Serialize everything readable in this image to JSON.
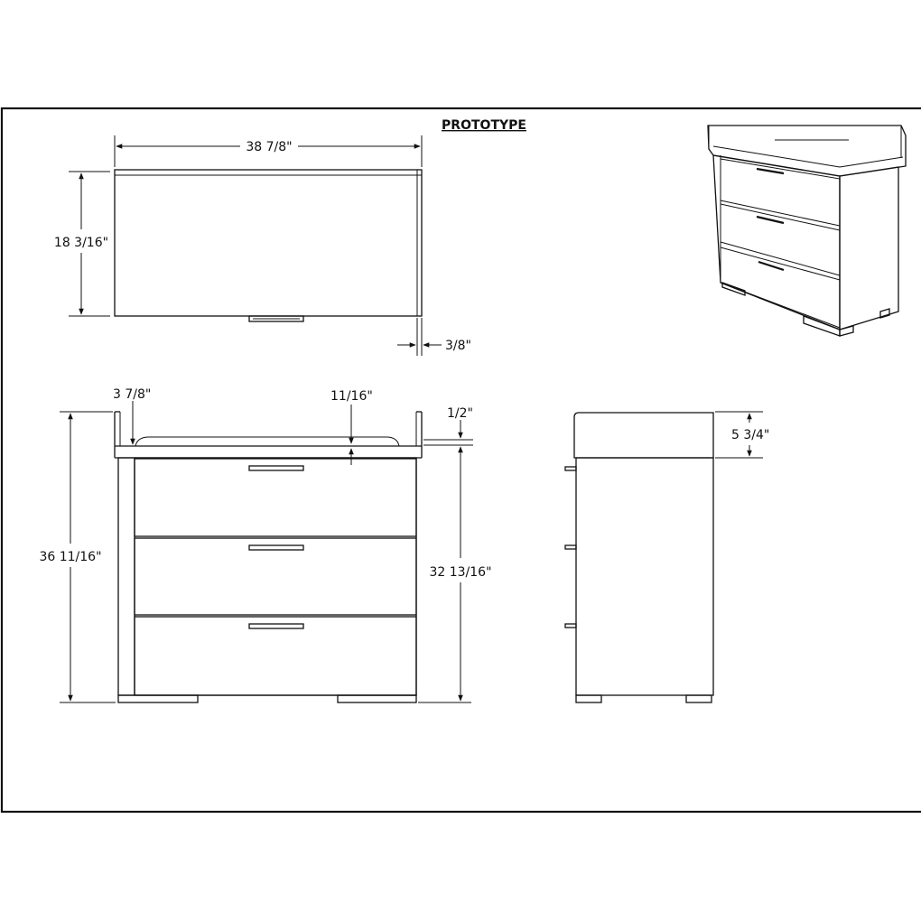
{
  "title": "PROTOTYPE",
  "dimensions": {
    "top_width": "38 7/8\"",
    "top_depth": "18 3/16\"",
    "handle_offset": "3/8\"",
    "rail_height": "3 7/8\"",
    "tray_offset": "11/16\"",
    "top_thickness": "1/2\"",
    "overall_height": "36 11/16\"",
    "body_height": "32 13/16\"",
    "side_rail_height": "5 3/4\""
  }
}
